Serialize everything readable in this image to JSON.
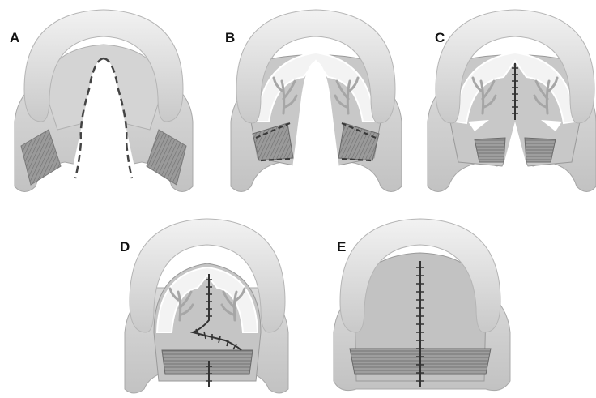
{
  "figure": {
    "panels": [
      {
        "id": "A",
        "label": "A",
        "stage": "incision-outline"
      },
      {
        "id": "B",
        "label": "B",
        "stage": "flaps-raised"
      },
      {
        "id": "C",
        "label": "C",
        "stage": "nasal-layer-closed"
      },
      {
        "id": "D",
        "label": "D",
        "stage": "muscle-and-z-plasty"
      },
      {
        "id": "E",
        "label": "E",
        "stage": "oral-layer-closed"
      }
    ],
    "colors": {
      "ridge_light": "#eeeeee",
      "ridge_mid": "#d6d6d6",
      "palate": "#cfcfcf",
      "palate_dark": "#b4b4b4",
      "muscle": "#8f8f8f",
      "nasal": "#f2f2f2",
      "suture": "#333333"
    }
  }
}
